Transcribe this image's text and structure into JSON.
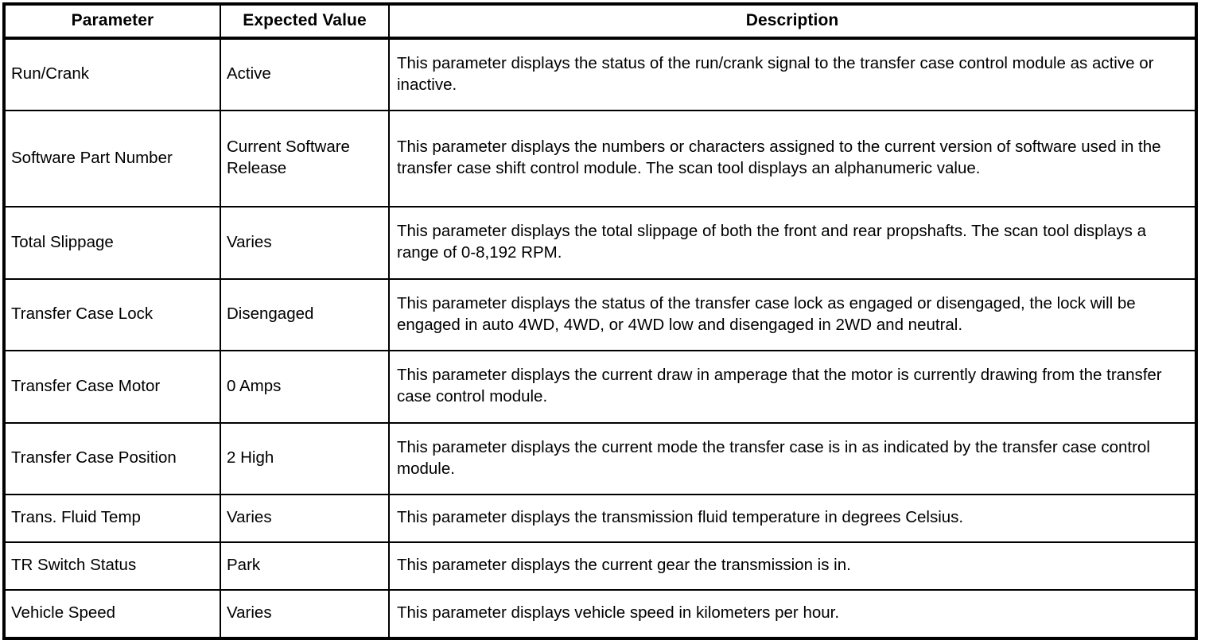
{
  "table": {
    "columns": [
      {
        "key": "parameter",
        "label": "Parameter"
      },
      {
        "key": "expected",
        "label": "Expected Value"
      },
      {
        "key": "description",
        "label": "Description"
      }
    ],
    "rows": [
      {
        "key": "run-crank",
        "parameter": "Run/Crank",
        "expected": "Active",
        "description": "This parameter displays the status of the run/crank signal to the transfer case control module as active or inactive."
      },
      {
        "key": "software-part",
        "parameter": "Software Part Number",
        "expected": "Current Software Release",
        "description": "This parameter displays the numbers or characters assigned to the current version of software used in the transfer case shift control module. The scan tool displays an alphanumeric value."
      },
      {
        "key": "total-slippage",
        "parameter": "Total Slippage",
        "expected": "Varies",
        "description": "This parameter displays the total slippage of both the front and rear propshafts. The scan tool displays a range of 0-8,192 RPM."
      },
      {
        "key": "tc-lock",
        "parameter": "Transfer Case Lock",
        "expected": "Disengaged",
        "description": "This parameter displays the status of the transfer case lock as engaged or disengaged, the lock will be engaged in auto 4WD, 4WD, or 4WD low and disengaged in 2WD and neutral."
      },
      {
        "key": "tc-motor",
        "parameter": "Transfer Case Motor",
        "expected": "0 Amps",
        "description": "This parameter displays the current draw in amperage that the motor is currently drawing from the transfer case control module."
      },
      {
        "key": "tc-position",
        "parameter": "Transfer Case Position",
        "expected": "2 High",
        "description": "This parameter displays the current mode the transfer case is in as indicated by the transfer case control module."
      },
      {
        "key": "fluid-temp",
        "parameter": "Trans. Fluid Temp",
        "expected": "Varies",
        "description": "This parameter displays the transmission fluid temperature in degrees Celsius."
      },
      {
        "key": "tr-switch",
        "parameter": "TR Switch Status",
        "expected": "Park",
        "description": "This parameter displays the current gear the transmission is in."
      },
      {
        "key": "vehicle-speed",
        "parameter": "Vehicle Speed",
        "expected": "Varies",
        "description": "This parameter displays vehicle speed in kilometers per hour."
      }
    ]
  },
  "colors": {
    "border": "#000000",
    "text": "#000000",
    "background": "#ffffff"
  }
}
